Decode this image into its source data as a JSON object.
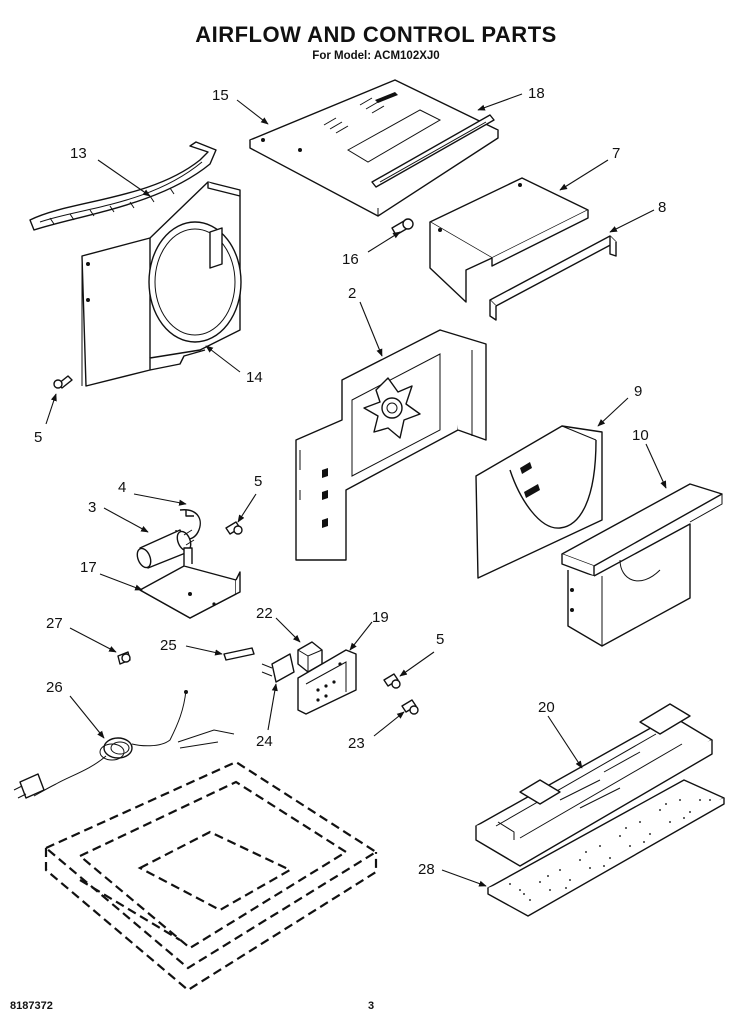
{
  "header": {
    "title": "AIRFLOW AND CONTROL PARTS",
    "model_line": "For Model: ACM102XJ0"
  },
  "callouts": {
    "c2": "2",
    "c3": "3",
    "c4": "4",
    "c5a": "5",
    "c5b": "5",
    "c5c": "5",
    "c7": "7",
    "c8": "8",
    "c9": "9",
    "c10": "10",
    "c13": "13",
    "c14": "14",
    "c15": "15",
    "c16": "16",
    "c17": "17",
    "c18": "18",
    "c19": "19",
    "c20": "20",
    "c22": "22",
    "c23": "23",
    "c24": "24",
    "c25": "25",
    "c26": "26",
    "c27": "27",
    "c28": "28"
  },
  "footer": {
    "doc_number": "8187372",
    "page": "3"
  }
}
